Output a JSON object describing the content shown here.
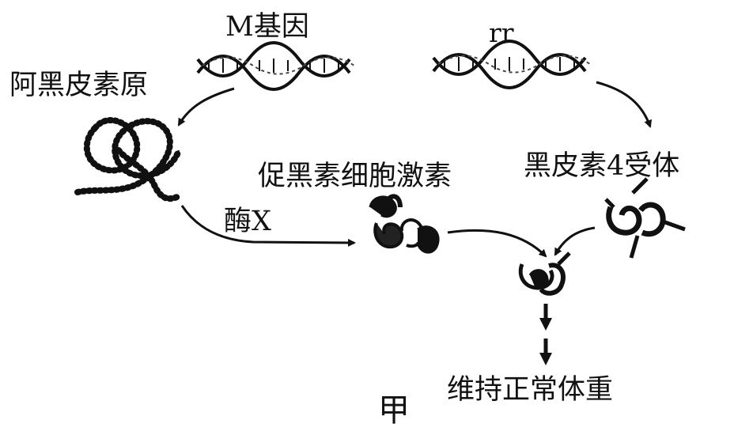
{
  "genes": {
    "m_gene": "M基因",
    "rr_gene": "rr"
  },
  "labels": {
    "precursor": "阿黑皮素原",
    "hormone": "促黑素细胞激素",
    "receptor": "黑皮素4受体",
    "enzyme": "酶X",
    "result": "维持正常体重",
    "figure_label": "甲"
  },
  "colors": {
    "ink": "#111111",
    "background": "#ffffff"
  }
}
